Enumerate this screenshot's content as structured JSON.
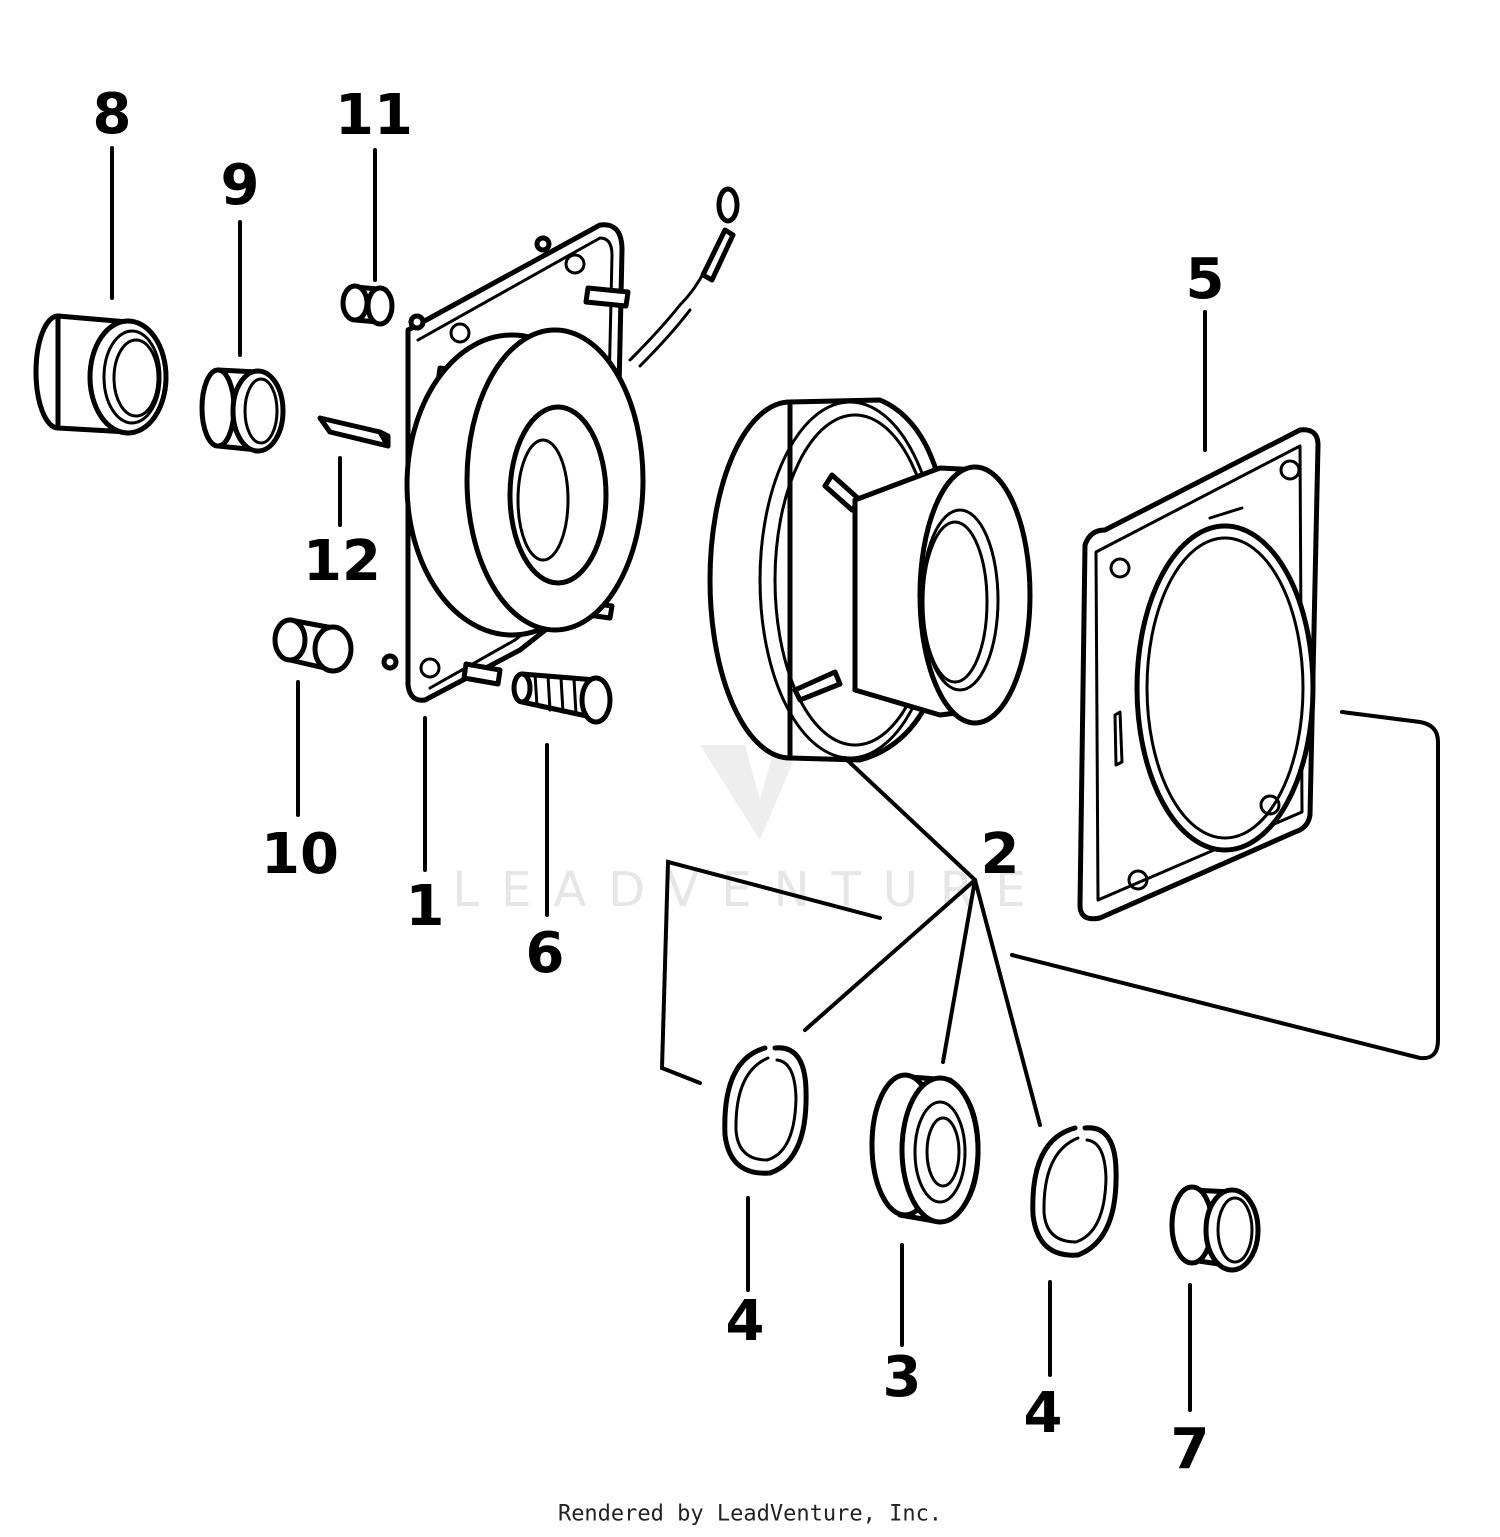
{
  "callouts": {
    "c1": "1",
    "c2": "2",
    "c3": "3",
    "c4a": "4",
    "c4b": "4",
    "c5": "5",
    "c6": "6",
    "c7": "7",
    "c8": "8",
    "c9": "9",
    "c10": "10",
    "c11": "11",
    "c12": "12"
  },
  "watermark": "LEADVENTURE",
  "footer": "Rendered by LeadVenture, Inc."
}
